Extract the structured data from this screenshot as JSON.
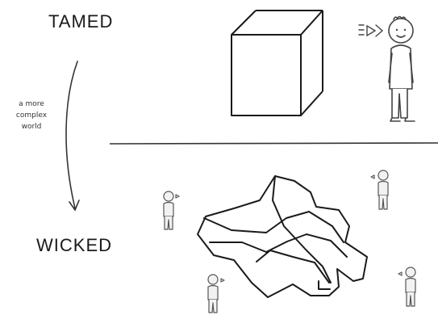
{
  "labels": {
    "tamed": "TAMED",
    "wicked": "WICKED"
  },
  "transition": {
    "lines": [
      "a more",
      "complex",
      "world"
    ]
  },
  "colors": {
    "ink": "#1a1a1a",
    "figure_stroke": "#555555",
    "figure_fill": "#f2f2f2"
  },
  "icons": {
    "tamed_object": "cube-icon",
    "tamed_observer": "person-icon",
    "wicked_object": "tangled-shape-icon",
    "wicked_observers": "small-person-icon"
  }
}
